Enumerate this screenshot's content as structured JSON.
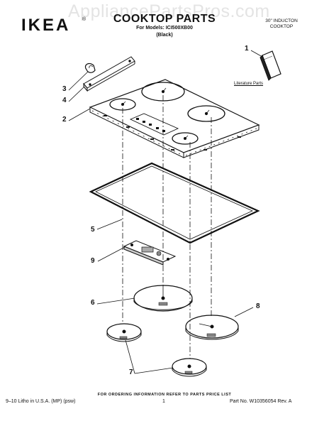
{
  "watermark": "AppliancePartsPros.com",
  "header": {
    "logo": "IKEA",
    "logo_mark": "®",
    "title": "COOKTOP PARTS",
    "models": "For Models: ICI500XB00",
    "color": "(Black)",
    "product_line1": "30\" INDUCTON",
    "product_line2": "COOKTOP"
  },
  "literature_label": "Literature Parts",
  "callouts": {
    "c1": "1",
    "c2": "2",
    "c3": "3",
    "c4": "4",
    "c5": "5",
    "c6": "6",
    "c7": "7",
    "c8": "8",
    "c9": "9"
  },
  "footer": {
    "note": "FOR ORDERING INFORMATION REFER TO PARTS PRICE LIST",
    "left": "9–10 Litho in U.S.A. (MP) (psw)",
    "page": "1",
    "part_no": "Part No. W10356054 Rev. A"
  },
  "colors": {
    "ink": "#111111",
    "watermark": "#e4e4e4"
  }
}
